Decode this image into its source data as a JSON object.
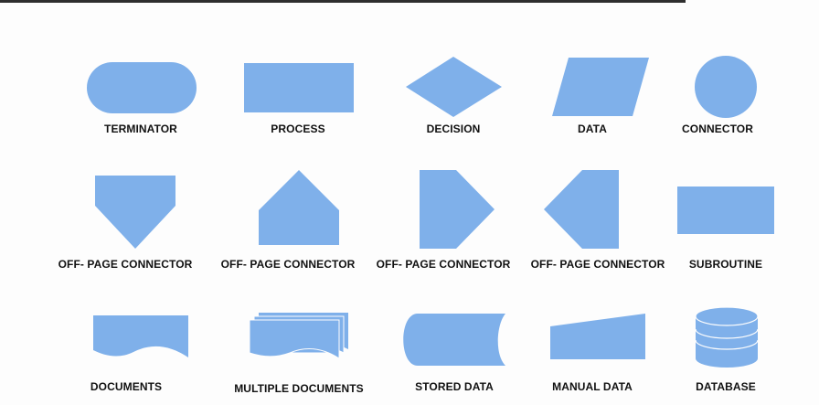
{
  "style": {
    "fill": "#7fb0ea",
    "label_color": "#111111"
  },
  "symbols": [
    {
      "name": "terminator-symbol",
      "label": "TERMINATOR"
    },
    {
      "name": "process-symbol",
      "label": "PROCESS"
    },
    {
      "name": "decision-symbol",
      "label": "DECISION"
    },
    {
      "name": "data-symbol",
      "label": "DATA"
    },
    {
      "name": "connector-symbol",
      "label": "CONNECTOR"
    },
    {
      "name": "off-page-connector-down-symbol",
      "label": "OFF- PAGE CONNECTOR"
    },
    {
      "name": "off-page-connector-up-symbol",
      "label": "OFF- PAGE CONNECTOR"
    },
    {
      "name": "off-page-connector-right-symbol",
      "label": "OFF- PAGE CONNECTOR"
    },
    {
      "name": "off-page-connector-left-symbol",
      "label": "OFF- PAGE CONNECTOR"
    },
    {
      "name": "subroutine-symbol",
      "label": "SUBROUTINE"
    },
    {
      "name": "documents-symbol",
      "label": "DOCUMENTS"
    },
    {
      "name": "multiple-documents-symbol",
      "label": "MULTIPLE DOCUMENTS"
    },
    {
      "name": "stored-data-symbol",
      "label": "STORED DATA"
    },
    {
      "name": "manual-data-symbol",
      "label": "MANUAL DATA"
    },
    {
      "name": "database-symbol",
      "label": "DATABASE"
    }
  ]
}
